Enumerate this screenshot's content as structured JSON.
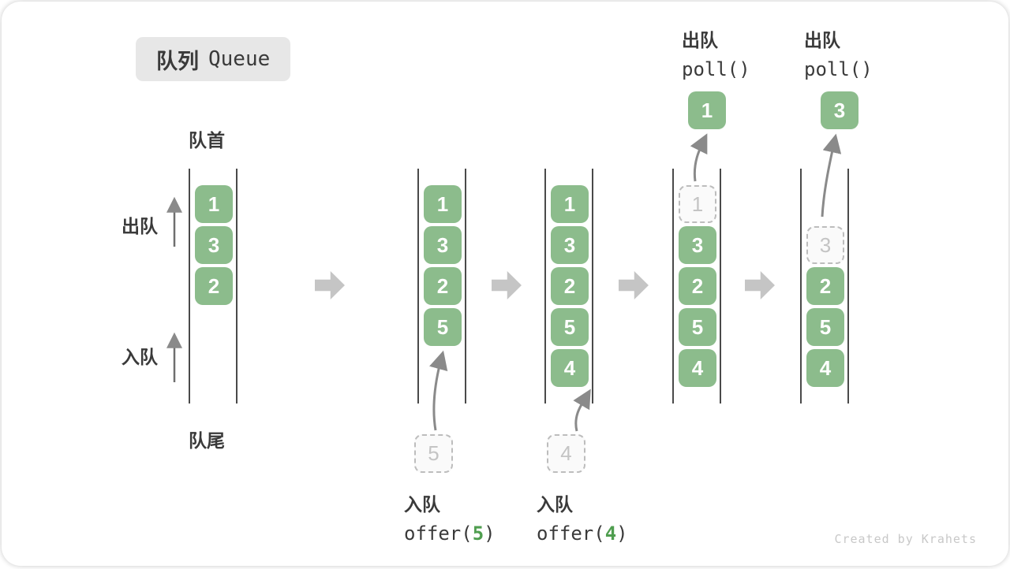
{
  "title": {
    "zh": "队列",
    "en": "Queue"
  },
  "labels": {
    "head": "队首",
    "tail": "队尾",
    "dequeue": "出队",
    "enqueue": "入队"
  },
  "colors": {
    "cell_green": "#8cbc8c",
    "cell_text": "#ffffff",
    "code_green": "#4f9e4f",
    "ink": "#3a3a3a",
    "wall": "#4a4a4a",
    "ghost_border": "#bdbdbd",
    "block_arrow": "#c5c5c5",
    "credit": "#c8c8c8",
    "badge_bg": "#e7e7e7"
  },
  "queues": [
    {
      "name": "queue-initial",
      "cells": [
        {
          "slot": 0,
          "value": "1"
        },
        {
          "slot": 1,
          "value": "3"
        },
        {
          "slot": 2,
          "value": "2"
        }
      ]
    },
    {
      "name": "queue-after-offer-5",
      "cells": [
        {
          "slot": 0,
          "value": "1"
        },
        {
          "slot": 1,
          "value": "3"
        },
        {
          "slot": 2,
          "value": "2"
        },
        {
          "slot": 3,
          "value": "5"
        }
      ]
    },
    {
      "name": "queue-after-offer-4",
      "cells": [
        {
          "slot": 0,
          "value": "1"
        },
        {
          "slot": 1,
          "value": "3"
        },
        {
          "slot": 2,
          "value": "2"
        },
        {
          "slot": 3,
          "value": "5"
        },
        {
          "slot": 4,
          "value": "4"
        }
      ]
    },
    {
      "name": "queue-after-poll-1",
      "cells": [
        {
          "slot": 0,
          "value": "1",
          "ghost": true
        },
        {
          "slot": 1,
          "value": "3"
        },
        {
          "slot": 2,
          "value": "2"
        },
        {
          "slot": 3,
          "value": "5"
        },
        {
          "slot": 4,
          "value": "4"
        }
      ]
    },
    {
      "name": "queue-after-poll-3",
      "cells": [
        {
          "slot": 1,
          "value": "3",
          "ghost": true
        },
        {
          "slot": 2,
          "value": "2"
        },
        {
          "slot": 3,
          "value": "5"
        },
        {
          "slot": 4,
          "value": "4"
        }
      ]
    }
  ],
  "annotations": {
    "enqueue5": {
      "label": "入队",
      "code_pre": "offer(",
      "arg": "5",
      "code_post": ")",
      "incoming_value": "5"
    },
    "enqueue4": {
      "label": "入队",
      "code_pre": "offer(",
      "arg": "4",
      "code_post": ")",
      "incoming_value": "4"
    },
    "poll1": {
      "label": "出队",
      "code": "poll()",
      "result_value": "1"
    },
    "poll3": {
      "label": "出队",
      "code": "poll()",
      "result_value": "3"
    }
  },
  "credit": "Created by Krahets"
}
